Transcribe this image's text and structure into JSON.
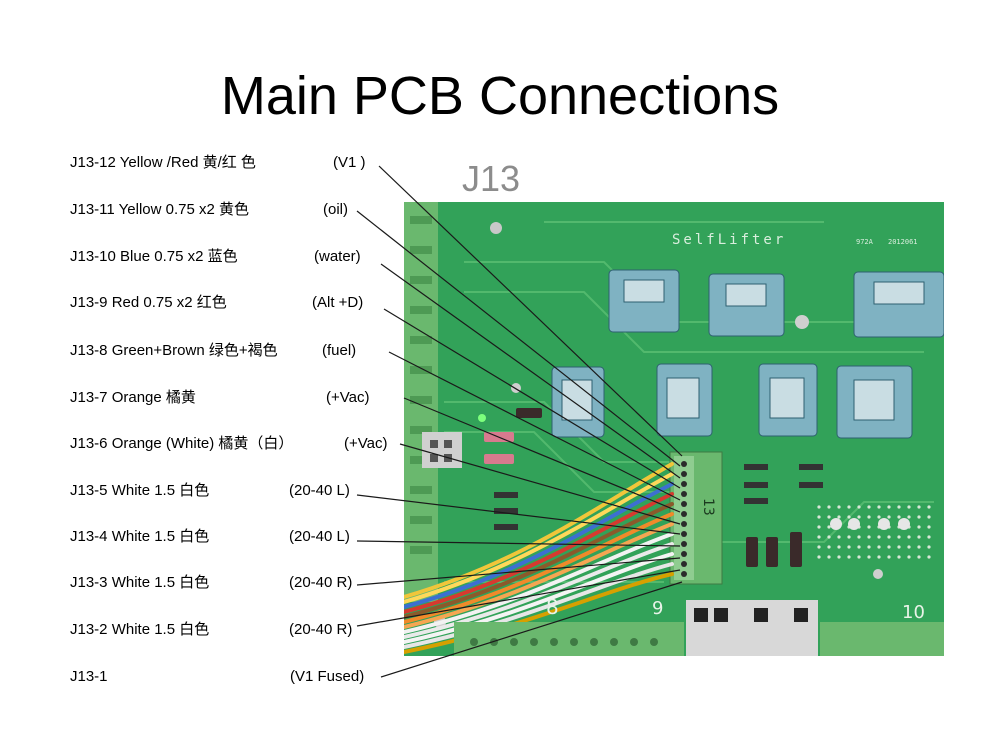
{
  "title": "Main PCB Connections",
  "photo_label": "J13",
  "pcb_text": {
    "brand": "SelfLifter",
    "board_code": "972A",
    "board_date": "2012061",
    "connector_mark": "13",
    "terminal_8": "8",
    "terminal_9": "9",
    "terminal_10": "10"
  },
  "connections": [
    {
      "label": "J13-12 Yellow /Red  黄/红 色",
      "signal": "(V1 )"
    },
    {
      "label": "J13-11 Yellow 0.75 x2  黄色",
      "signal": "(oil)"
    },
    {
      "label": "J13-10  Blue 0.75 x2  蓝色",
      "signal": "(water)"
    },
    {
      "label": "J13-9 Red 0.75 x2  红色",
      "signal": "(Alt +D)"
    },
    {
      "label": "J13-8 Green+Brown 绿色+褐色",
      "signal": "(fuel)"
    },
    {
      "label": "J13-7 Orange  橘黄",
      "signal": "(+Vac)"
    },
    {
      "label": "J13-6 Orange (White) 橘黄（白）",
      "signal": "(+Vac)"
    },
    {
      "label": "J13-5 White 1.5 白色",
      "signal": "(20-40 L)"
    },
    {
      "label": "J13-4 White 1.5 白色",
      "signal": "(20-40 L)"
    },
    {
      "label": "J13-3 White 1.5 白色",
      "signal": "(20-40 R)"
    },
    {
      "label": "J13-2 White 1.5 白色",
      "signal": "(20-40 R)"
    },
    {
      "label": "J13-1",
      "signal": "(V1 Fused)"
    }
  ],
  "colors": {
    "pcb_green": "#2f9e55",
    "connector_green": "#6ab86e",
    "relay_blue": "#7fb2c2",
    "title_gray": "#8c8c8c"
  }
}
